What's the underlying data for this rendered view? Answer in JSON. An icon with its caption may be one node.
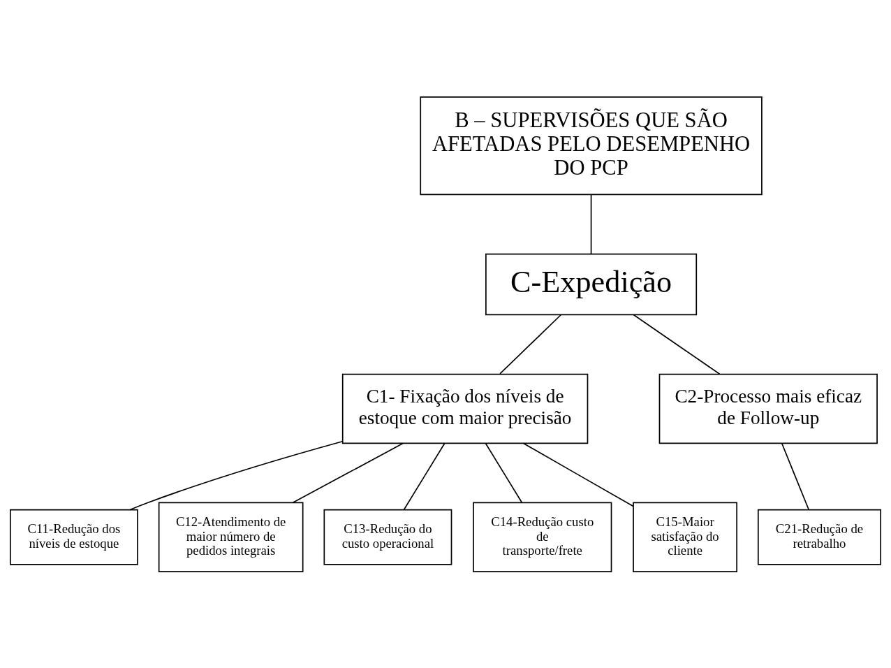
{
  "diagram": {
    "nodes": [
      {
        "text": [
          "B – SUPERVISÕES QUE SÃO AFETADAS PELO DESEMPENHO DO PCP"
        ]
      },
      {
        "text": [
          "C-Expedição"
        ]
      },
      {
        "text": [
          "C1- Fixação dos níveis de estoque com maior precisão"
        ]
      },
      {
        "text": [
          "C2-Processo mais eficaz de Follow-up"
        ]
      },
      {
        "text": [
          "C11-Redução dos níveis de estoque"
        ]
      },
      {
        "text": [
          "C12-Atendimento de maior número de pedidos integrais"
        ]
      },
      {
        "text": [
          "C13-Redução do custo operacional"
        ]
      },
      {
        "text": [
          "C14-Redução custo de transporte/frete"
        ]
      },
      {
        "text": [
          "C15-Maior satisfação do cliente"
        ]
      },
      {
        "text": [
          "C21-Redução de retrabalho"
        ]
      }
    ],
    "edges": [
      {
        "from": 0,
        "to": 1,
        "arrow": "none"
      },
      {
        "from": 1,
        "to": 2,
        "arrow": "none"
      },
      {
        "from": 1,
        "to": 3,
        "arrow": "none"
      },
      {
        "from": 2,
        "to": 4,
        "arrow": "none"
      },
      {
        "from": 2,
        "to": 5,
        "arrow": "none"
      },
      {
        "from": 2,
        "to": 6,
        "arrow": "none"
      },
      {
        "from": 2,
        "to": 7,
        "arrow": "none"
      },
      {
        "from": 2,
        "to": 8,
        "arrow": "none"
      },
      {
        "from": 3,
        "to": 9,
        "arrow": "none"
      }
    ]
  }
}
